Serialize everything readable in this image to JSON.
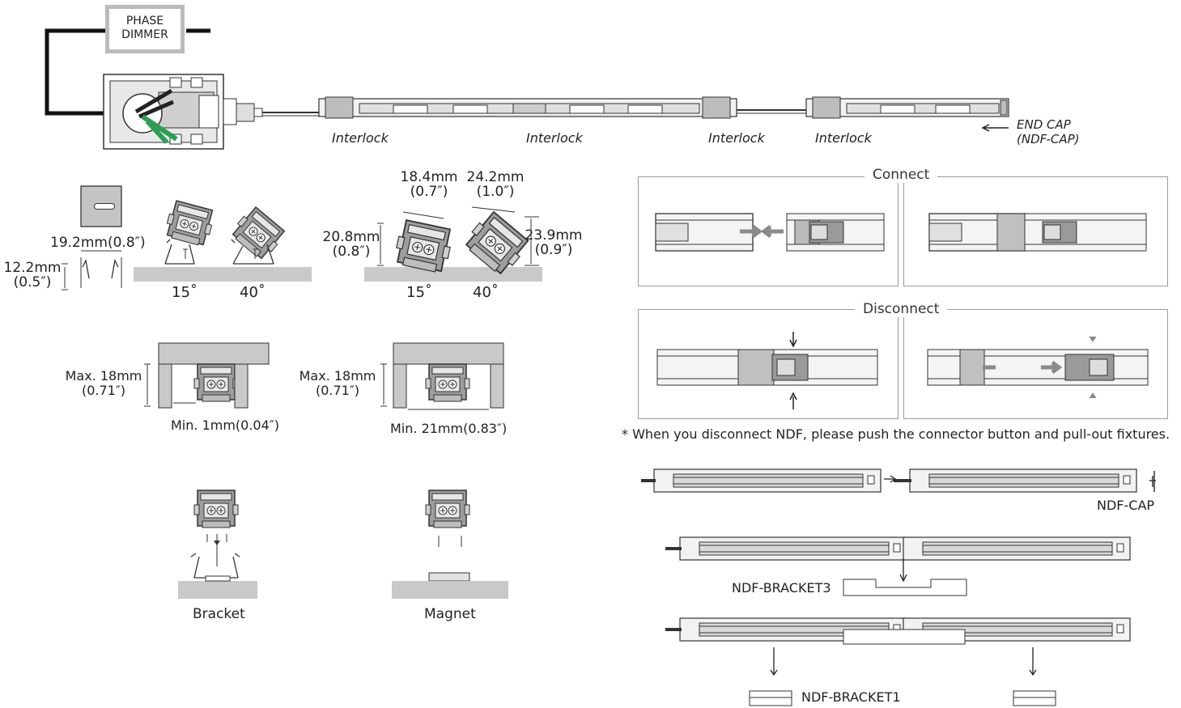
{
  "top": {
    "dimmer": [
      "PHASE",
      "DIMMER"
    ],
    "interlock": "Interlock",
    "end_cap": [
      "END CAP",
      "(NDF-CAP)"
    ]
  },
  "clip": {
    "width_label": "19.2mm(0.8″)",
    "height_label": [
      "12.2mm",
      "(0.5″)"
    ],
    "angles": [
      "15˚",
      "40˚"
    ]
  },
  "tilt": {
    "d1": [
      "18.4mm",
      "(0.7″)"
    ],
    "d2": [
      "24.2mm",
      "(1.0″)"
    ],
    "d3": [
      "20.8mm",
      "(0.8″)"
    ],
    "d4": [
      "23.9mm",
      "(0.9″)"
    ],
    "angles": [
      "15˚",
      "40˚"
    ]
  },
  "clearance": {
    "max1": [
      "Max. 18mm",
      "(0.71″)"
    ],
    "min1": "Min. 1mm(0.04″)",
    "max2": [
      "Max. 18mm",
      "(0.71″)"
    ],
    "min2": "Min. 21mm(0.83″)"
  },
  "mount": {
    "bracket": "Bracket",
    "magnet": "Magnet"
  },
  "connect": {
    "title": "Connect"
  },
  "disconnect": {
    "title": "Disconnect",
    "note": "* When you disconnect NDF, please push the connector button and pull-out fixtures."
  },
  "accessories": {
    "cap": "NDF-CAP",
    "bracket3": "NDF-BRACKET3",
    "bracket1": "NDF-BRACKET1"
  },
  "colors": {
    "line": "#333333",
    "gray": "#b9b9b9",
    "dark": "#8c8c8c",
    "light": "#e6e6e6",
    "green": "#2f9e55",
    "arrow": "#8a8a8a"
  }
}
